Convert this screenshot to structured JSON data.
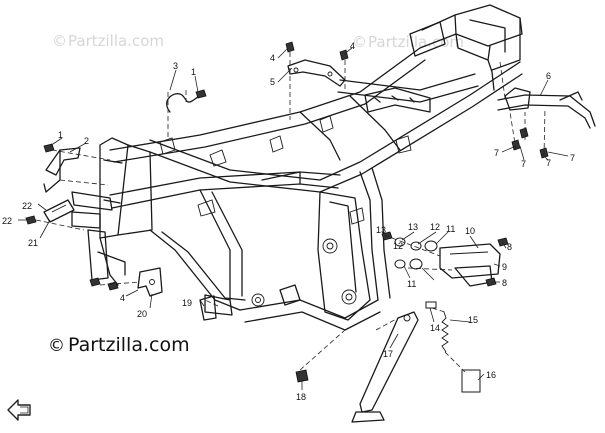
{
  "watermark": {
    "copyright_symbol": "©",
    "text": "Partzilla.com"
  },
  "brand": {
    "copyright_symbol": "©",
    "text": "Partzilla.com"
  },
  "callouts": {
    "c1a": "1",
    "c1b": "1",
    "c2": "2",
    "c3": "3",
    "c4a": "4",
    "c4b": "4",
    "c4c": "4",
    "c5": "5",
    "c6": "6",
    "c7a": "7",
    "c7b": "7",
    "c7c": "7",
    "c7d": "7",
    "c8a": "8",
    "c8b": "8",
    "c9": "9",
    "c10": "10",
    "c11a": "11",
    "c11b": "11",
    "c12a": "12",
    "c12b": "12",
    "c13a": "13",
    "c13b": "13",
    "c14": "14",
    "c15": "15",
    "c16": "16",
    "c17": "17",
    "c18": "18",
    "c19": "19",
    "c20": "20",
    "c21": "21",
    "c22a": "22",
    "c22b": "22"
  },
  "icons": {
    "nav_arrow": "back-arrow-icon"
  }
}
